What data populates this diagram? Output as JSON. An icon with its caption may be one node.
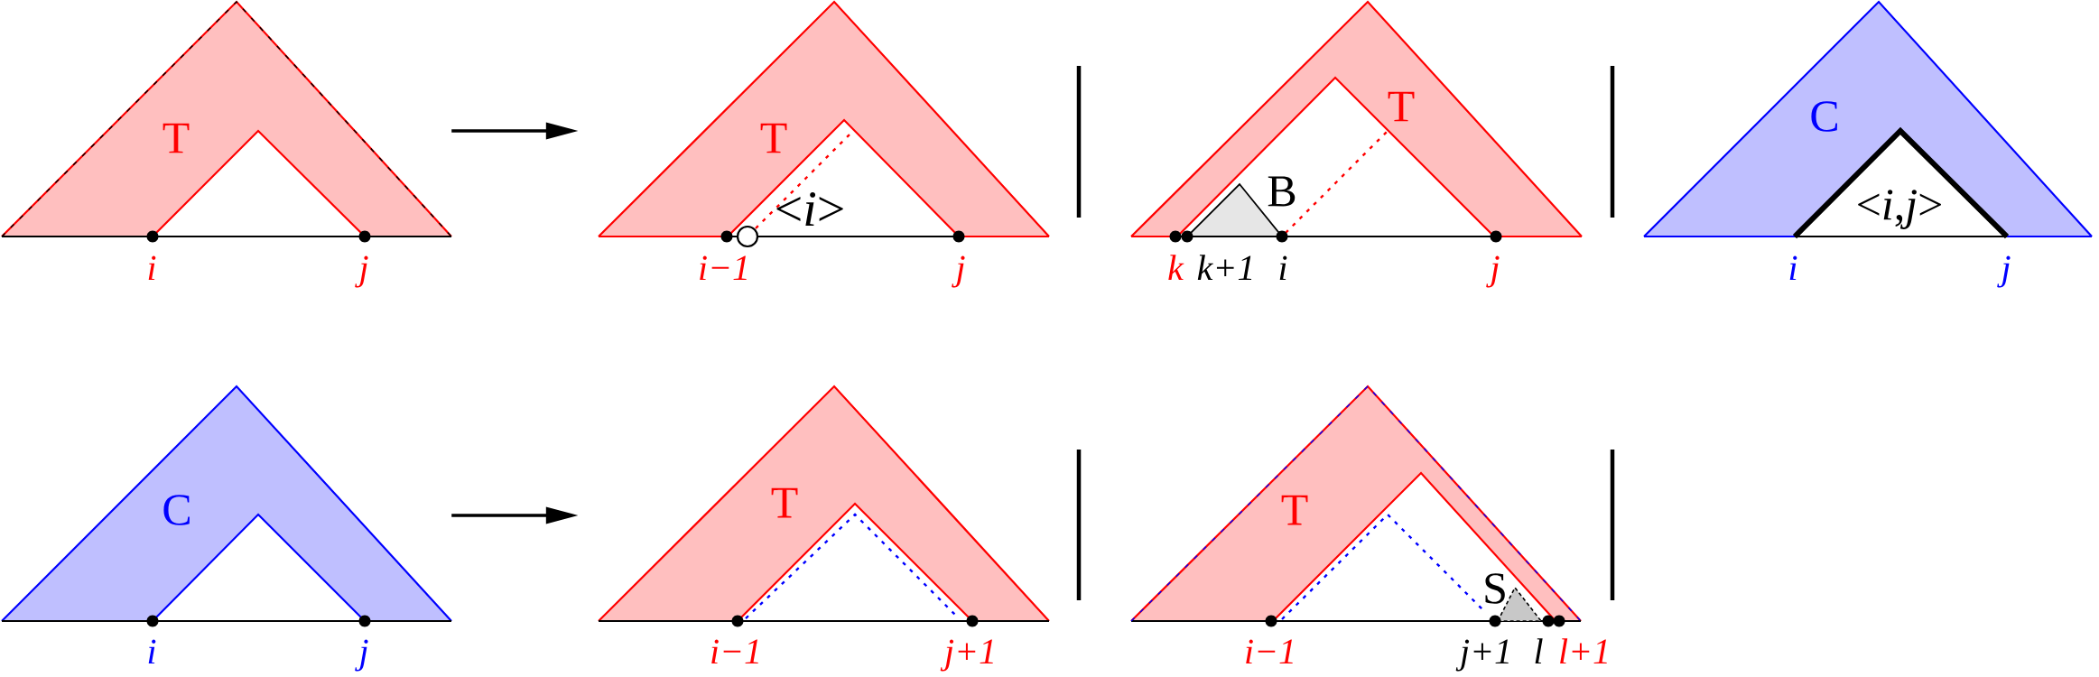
{
  "diagram": {
    "nodes": [
      {
        "text": [
          "T"
        ]
      },
      {
        "text": [
          "T"
        ]
      },
      {
        "text": [
          "T"
        ]
      },
      {
        "text": [
          "B"
        ],
        "in": 2
      },
      {
        "text": [
          "C"
        ]
      },
      {
        "text": [
          "<*i*,*j*>"
        ],
        "in": 4
      },
      {
        "text": [
          "C"
        ]
      },
      {
        "text": [
          "T"
        ]
      },
      {
        "text": [
          "T"
        ]
      },
      {
        "text": [
          "S"
        ],
        "in": 8
      }
    ],
    "edges": [
      {
        "from": 0,
        "to": 1,
        "arrow": "to"
      },
      {
        "from": 6,
        "to": 7,
        "arrow": "to"
      }
    ],
    "labels": [
      "i",
      "j",
      "<*i*>",
      "i−1",
      "j",
      "k",
      "k+1",
      "i",
      "j",
      "i",
      "j",
      "i",
      "j",
      "i−1",
      "j+1",
      "i−1",
      "j+1",
      "l",
      "l+1"
    ]
  }
}
